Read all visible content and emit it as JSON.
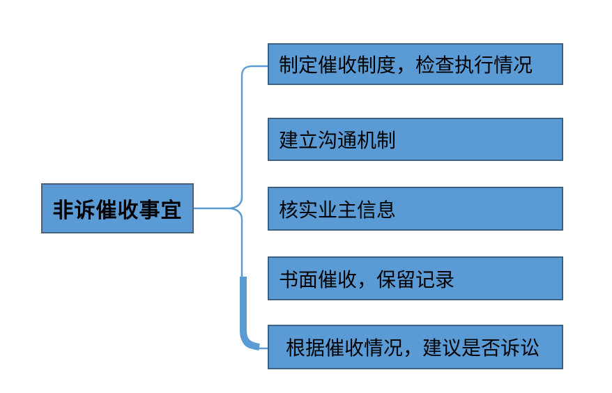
{
  "diagram": {
    "root": {
      "label": "非诉催收事宜"
    },
    "branches": [
      {
        "label": "制定催收制度，检查执行情况"
      },
      {
        "label": "建立沟通机制"
      },
      {
        "label": "核实业主信息"
      },
      {
        "label": "书面催收，保留记录"
      },
      {
        "label": "根据催收情况，建议是否诉讼"
      }
    ],
    "colors": {
      "node_fill": "#5B9BD5",
      "root_border": "#44617E",
      "branch_border": "#3A6184",
      "connector": "#5B9BD5",
      "text": "#000000",
      "background": "#FFFFFF"
    }
  }
}
